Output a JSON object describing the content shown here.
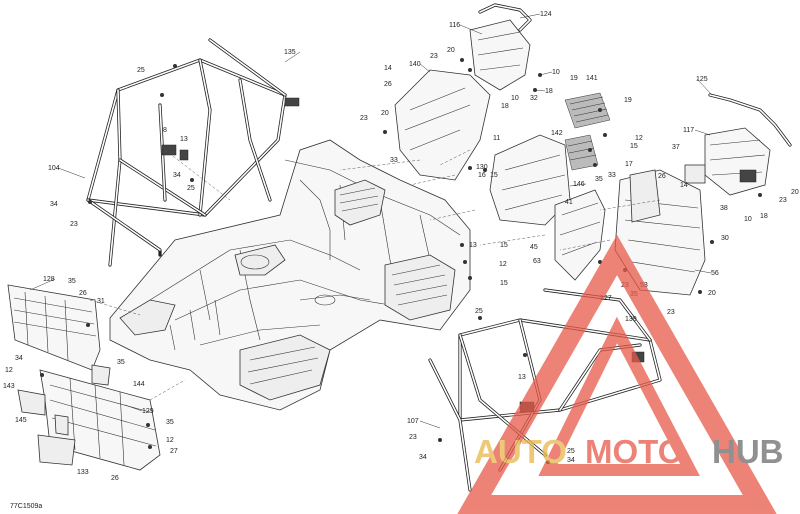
{
  "diagram_code": "77C1509a",
  "watermark": {
    "auto": "AUTO",
    "moto": "MOTO",
    "hub": "HUB",
    "colors": {
      "triangle": "#e85a4a",
      "auto": "#e8b84a",
      "moto": "#e85a4a",
      "hub": "#6b6b6b"
    }
  },
  "callouts": {
    "c124": "124",
    "c116": "116",
    "c20a": "20",
    "c23a": "23",
    "c10a": "10",
    "c18a": "18",
    "c140": "140",
    "c14a": "14",
    "c26a": "26",
    "c20b": "20",
    "c23b": "23",
    "c11": "11",
    "c33a": "33",
    "c10b": "10",
    "c18b": "18",
    "c19a": "19",
    "c141": "141",
    "c32": "32",
    "c19b": "19",
    "c12a": "12",
    "c15a": "15",
    "c142": "142",
    "c33b": "33",
    "c17": "17",
    "c130": "130",
    "c16": "16",
    "c15b": "15",
    "c146": "146",
    "c35a": "35",
    "c41": "41",
    "c13a": "13",
    "c15c": "15",
    "c45": "45",
    "c12b": "12",
    "c63": "63",
    "c15d": "15",
    "c125": "125",
    "c117": "117",
    "c37": "37",
    "c26b": "26",
    "c14b": "14",
    "c20c": "20",
    "c23c": "23",
    "c38": "38",
    "c10c": "10",
    "c18c": "18",
    "c30": "30",
    "c56": "56",
    "c20d": "20",
    "c23d": "23",
    "c53": "53",
    "c35b": "35",
    "c127": "127",
    "c23e": "23",
    "c139": "139",
    "c135": "135",
    "c25a": "25",
    "c8": "8",
    "c13b": "13",
    "c104": "104",
    "c34a": "34",
    "c23f": "23",
    "c25b": "25",
    "c34b": "34",
    "c128": "128",
    "c35c": "35",
    "c26c": "26",
    "c31": "31",
    "c35d": "35",
    "c34c": "34",
    "c12c": "12",
    "c143": "143",
    "c144": "144",
    "c145": "145",
    "c129": "129",
    "c35e": "35",
    "c12d": "12",
    "c27": "27",
    "c133": "133",
    "c26d": "26",
    "c25c": "25",
    "c13c": "13",
    "c107": "107",
    "c23g": "23",
    "c34d": "34",
    "c25d": "25",
    "c34e": "34"
  }
}
